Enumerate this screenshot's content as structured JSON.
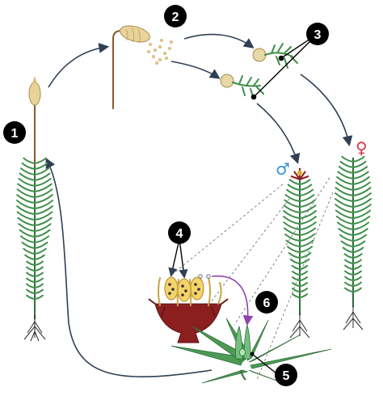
{
  "markers": [
    {
      "id": "marker-1",
      "label": "1"
    },
    {
      "id": "marker-2",
      "label": "2"
    },
    {
      "id": "marker-3",
      "label": "3"
    },
    {
      "id": "marker-4",
      "label": "4"
    },
    {
      "id": "marker-5",
      "label": "5"
    },
    {
      "id": "marker-6",
      "label": "6"
    }
  ],
  "symbols": {
    "male": "♂",
    "female": "♀"
  },
  "colors": {
    "stem": "#2e7d32",
    "leaf": "#3f8f4a",
    "leaf_dark": "#2f6e3a",
    "root": "#2b2b2b",
    "capsule": "#e9d39a",
    "spore": "#e8c98a",
    "arrow": "#2f3f55",
    "arrow_purple": "#8e44ad",
    "male_symbol": "#3a8fd8",
    "female_symbol": "#d8324a",
    "cup": "#8b1f1f",
    "antheridium": "#f4d36b",
    "marker_fill": "#000000",
    "dashed": "#777777"
  }
}
